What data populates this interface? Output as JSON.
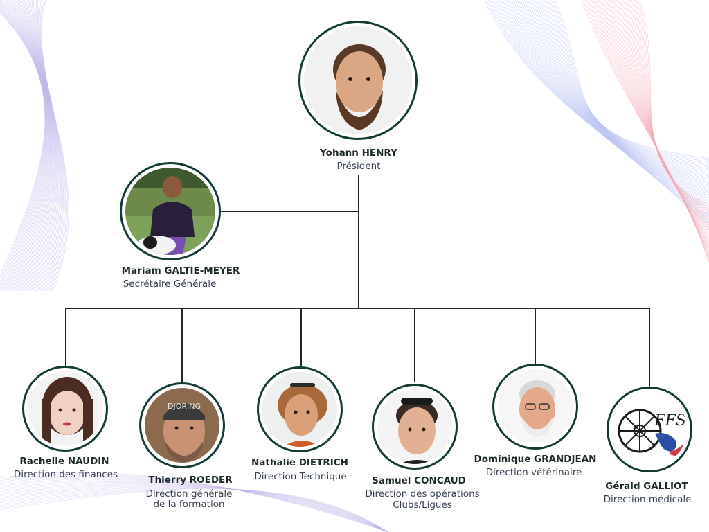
{
  "people": {
    "president": {
      "name": "Yohann HENRY",
      "role": "Président"
    },
    "secretary": {
      "name": "Mariam GALTIE-MEYER",
      "role": "Secrétaire Générale"
    },
    "finances": {
      "name": "Rachelle NAUDIN",
      "role": "Direction des finances"
    },
    "formation": {
      "name": "Thierry ROEDER",
      "role_line1": "Direction générale",
      "role_line2": "de la formation"
    },
    "technique": {
      "name": "Nathalie DIETRICH",
      "role": "Direction Technique"
    },
    "operations": {
      "name": "Samuel CONCAUD",
      "role_line1": "Direction des opérations",
      "role_line2": "Clubs/Ligues"
    },
    "veterinaire": {
      "name": "Dominique GRANDJEAN",
      "role": "Direction vétérinaire"
    },
    "medicale": {
      "name": "Gérald GALLIOT",
      "role": "Direction médicale",
      "logo_text": "FFS"
    }
  },
  "colors": {
    "accent": "#123b36",
    "line": "#1f2a2a",
    "bg_lines_left": "#b8a9e6",
    "bg_lines_right_pink": "#f2a7b5",
    "bg_lines_right_blue": "#a9b4f0"
  }
}
